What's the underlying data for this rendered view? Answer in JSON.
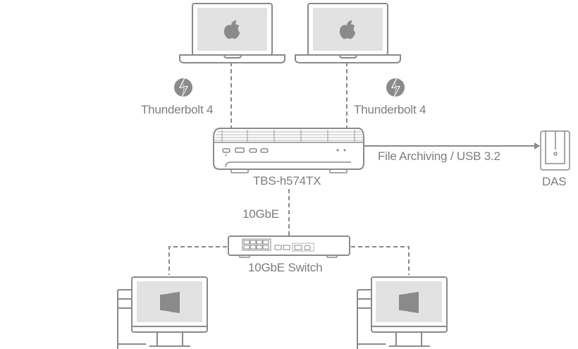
{
  "diagram": {
    "laptops": [
      {
        "os_icon": "apple-logo-icon",
        "connection_label": "Thunderbolt 4",
        "connection_icon": "thunderbolt-icon"
      },
      {
        "os_icon": "apple-logo-icon",
        "connection_label": "Thunderbolt 4",
        "connection_icon": "thunderbolt-icon"
      }
    ],
    "nas": {
      "label": "TBS-h574TX"
    },
    "das": {
      "label": "DAS",
      "connection_label": "File Archiving / USB 3.2"
    },
    "uplink": {
      "label": "10GbE"
    },
    "switch": {
      "label": "10GbE Switch"
    },
    "desktops": [
      {
        "os_icon": "windows-logo-icon"
      },
      {
        "os_icon": "windows-logo-icon"
      }
    ],
    "colors": {
      "line": "#8a8a8a",
      "screen": "#e2e2e2",
      "logo": "#8a8a8a",
      "text": "#7d7d7d"
    }
  }
}
